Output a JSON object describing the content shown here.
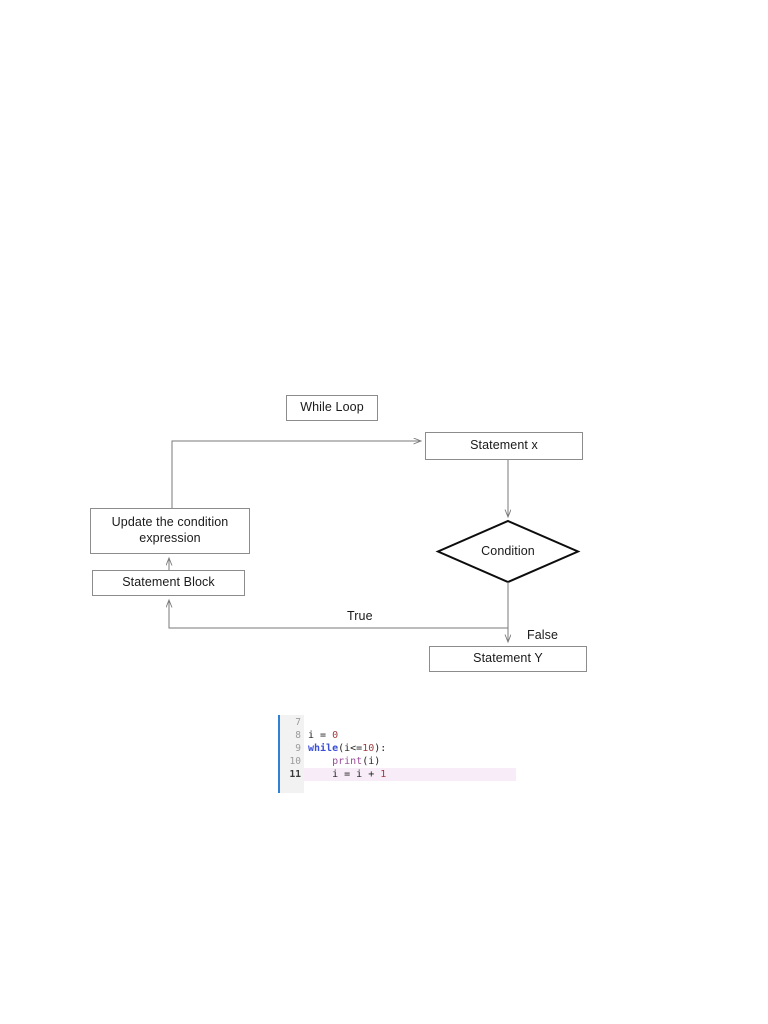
{
  "document": {
    "title": "While Loop Flowchart",
    "background_color": "#ffffff"
  },
  "flowchart": {
    "title_box": {
      "label": "While Loop"
    },
    "nodes": [
      {
        "id": "statement-x",
        "shape": "rectangle",
        "label": "Statement x"
      },
      {
        "id": "condition",
        "shape": "diamond",
        "label": "Condition"
      },
      {
        "id": "statement-y",
        "shape": "rectangle",
        "label": "Statement Y"
      },
      {
        "id": "update-condition",
        "shape": "rectangle",
        "label": "Update the condition\nexpression"
      },
      {
        "id": "statement-block",
        "shape": "rectangle",
        "label": "Statement Block"
      }
    ],
    "edge_labels": [
      {
        "id": "true-label",
        "label": "True"
      },
      {
        "id": "false-label",
        "label": "False"
      }
    ],
    "colors": {
      "box_stroke": "#8c8c8c",
      "diamond_stroke": "#000000",
      "connector": "#7a7a7a",
      "text": "#1a1a1a"
    }
  },
  "code_snippet": {
    "language": "python",
    "accent_color": "#2f81d6",
    "gutter_color": "#f2f2f2",
    "highlight_color": "#f7ecf7",
    "current_line": 11,
    "lines": [
      {
        "number": "7",
        "tokens": []
      },
      {
        "number": "8",
        "tokens": [
          {
            "t": "i",
            "c": "name"
          },
          {
            "t": " = ",
            "c": "op"
          },
          {
            "t": "0",
            "c": "num"
          }
        ]
      },
      {
        "number": "9",
        "tokens": [
          {
            "t": "while",
            "c": "kw"
          },
          {
            "t": "(i<=",
            "c": "op"
          },
          {
            "t": "10",
            "c": "num"
          },
          {
            "t": "):",
            "c": "op"
          }
        ]
      },
      {
        "number": "10",
        "tokens": [
          {
            "t": "    ",
            "c": "op"
          },
          {
            "t": "print",
            "c": "fn"
          },
          {
            "t": "(i)",
            "c": "op"
          }
        ]
      },
      {
        "number": "11",
        "tokens": [
          {
            "t": "    ",
            "c": "op"
          },
          {
            "t": "i = i + ",
            "c": "op"
          },
          {
            "t": "1",
            "c": "num"
          }
        ],
        "highlighted": true
      }
    ],
    "plain_text": "i = 0\nwhile(i<=10):\n    print(i)\n    i = i + 1"
  }
}
